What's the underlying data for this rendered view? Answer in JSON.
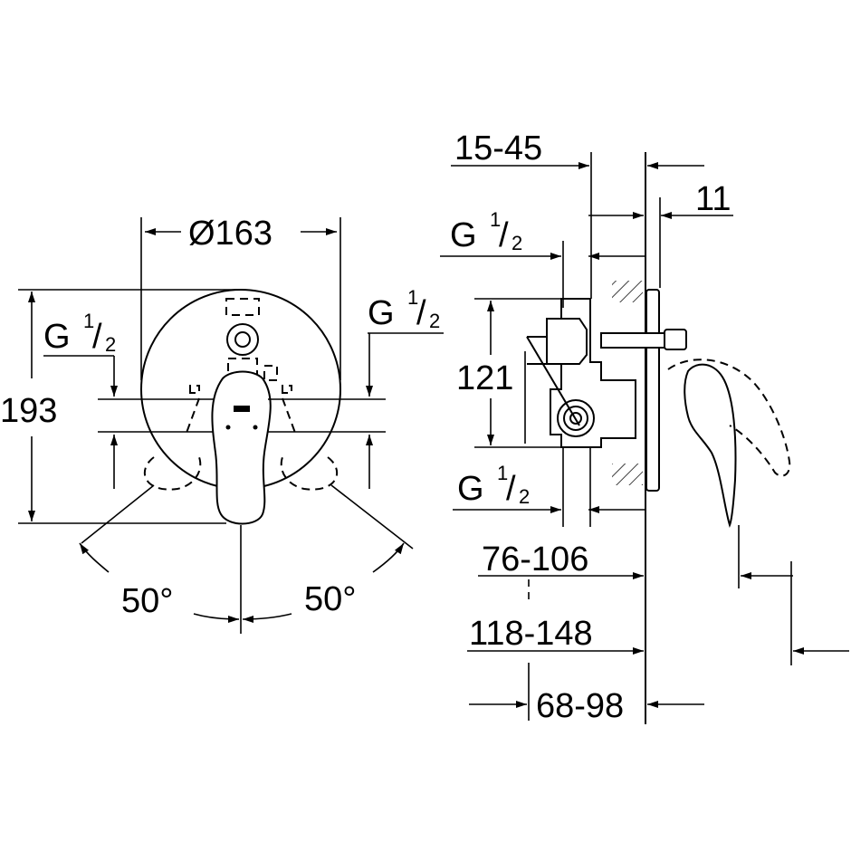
{
  "front_view": {
    "diameter_label": "Ø163",
    "height_label": "193",
    "left_thread": {
      "main": "G",
      "num": "1",
      "den": "2"
    },
    "right_thread": {
      "main": "G",
      "num": "1",
      "den": "2"
    },
    "left_angle": "50°",
    "right_angle": "50°"
  },
  "side_view": {
    "dim_wall_range": "15-45",
    "dim_plate": "11",
    "upper_thread": {
      "main": "G",
      "num": "1",
      "den": "2"
    },
    "height_label": "121",
    "lower_thread": {
      "main": "G",
      "num": "1",
      "den": "2"
    },
    "dim_76_106": "76-106",
    "dim_118_148": "118-148",
    "dim_68_98": "68-98"
  }
}
